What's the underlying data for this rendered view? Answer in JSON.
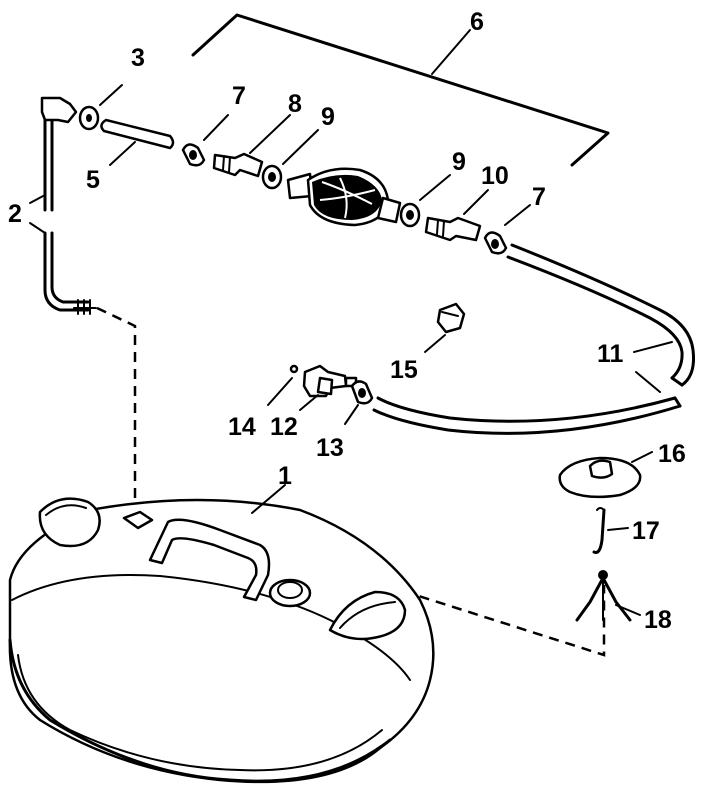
{
  "callouts": {
    "c1": "1",
    "c2": "2",
    "c3": "3",
    "c5": "5",
    "c6": "6",
    "c7a": "7",
    "c7b": "7",
    "c8": "8",
    "c9a": "9",
    "c9b": "9",
    "c10": "10",
    "c11": "11",
    "c12": "12",
    "c13": "13",
    "c14": "14",
    "c15": "15",
    "c16": "16",
    "c17": "17",
    "c18": "18"
  }
}
